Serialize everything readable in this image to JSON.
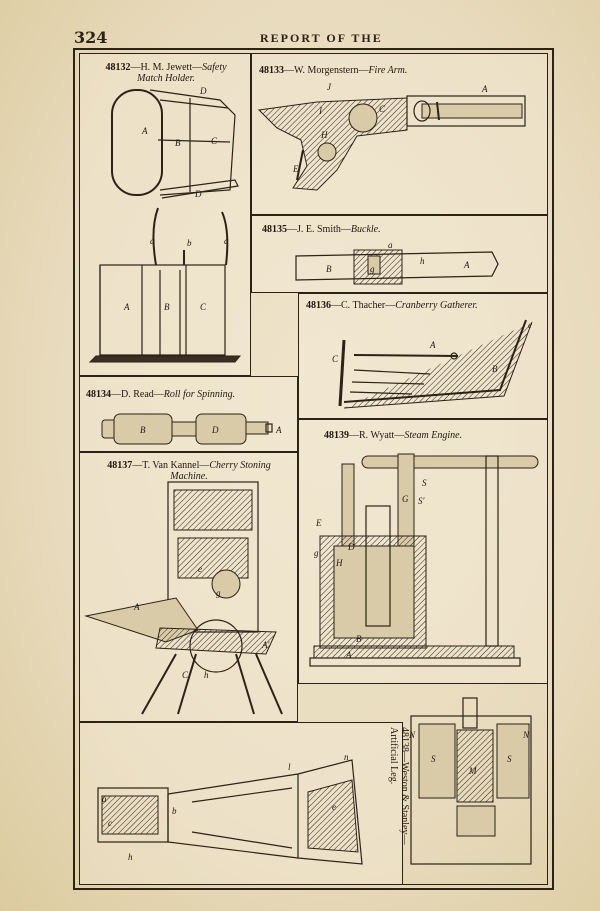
{
  "header": {
    "page_number": "324",
    "running_head": "REPORT OF THE"
  },
  "figures": [
    {
      "number": "48132",
      "inventor": "H. M. Jewett",
      "invention": "Safety",
      "invention_line2": "Match Holder.",
      "labels": [
        "A",
        "B",
        "C",
        "D",
        "D",
        "a",
        "b",
        "c",
        "A",
        "B",
        "C"
      ]
    },
    {
      "number": "48133",
      "inventor": "W. Morgenstern",
      "invention": "Fire Arm.",
      "labels": [
        "J",
        "A",
        "I",
        "H",
        "C",
        "E"
      ]
    },
    {
      "number": "48135",
      "inventor": "J. E. Smith",
      "invention": "Buckle.",
      "labels": [
        "a",
        "B",
        "g",
        "h",
        "A"
      ]
    },
    {
      "number": "48136",
      "inventor": "C. Thacher",
      "invention": "Cranberry Gatherer.",
      "labels": [
        "c",
        "C",
        "A",
        "B"
      ]
    },
    {
      "number": "48134",
      "inventor": "D. Read",
      "invention": "Roll for Spinning.",
      "labels": [
        "B",
        "D",
        "A"
      ]
    },
    {
      "number": "48139",
      "inventor": "R. Wyatt",
      "invention": "Steam Engine.",
      "labels": [
        "S",
        "G",
        "S'",
        "E",
        "g",
        "D",
        "H",
        "A",
        "B"
      ]
    },
    {
      "number": "48137",
      "inventor": "T. Van Kannel",
      "invention": "Cherry Stoning",
      "invention_line2": "Machine.",
      "labels": [
        "A",
        "e",
        "g",
        "A'",
        "C",
        "h"
      ]
    },
    {
      "number": "48138",
      "inventor": "Weston & Stanley",
      "invention": "Artificial Leg.",
      "labels": [
        "N",
        "N",
        "S",
        "S",
        "M",
        "a",
        "b",
        "c",
        "h",
        "e",
        "l",
        "n"
      ]
    }
  ]
}
